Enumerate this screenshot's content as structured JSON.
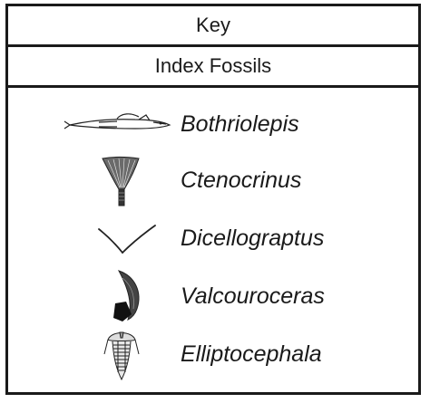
{
  "key": {
    "title": "Key",
    "subtitle": "Index Fossils"
  },
  "fossils": [
    {
      "name": "Bothriolepis",
      "icon": "fish-fossil-icon"
    },
    {
      "name": "Ctenocrinus",
      "icon": "crinoid-fossil-icon"
    },
    {
      "name": "Dicellograptus",
      "icon": "graptolite-fossil-icon"
    },
    {
      "name": "Valcouroceras",
      "icon": "cephalopod-fossil-icon"
    },
    {
      "name": "Elliptocephala",
      "icon": "trilobite-fossil-icon"
    }
  ]
}
